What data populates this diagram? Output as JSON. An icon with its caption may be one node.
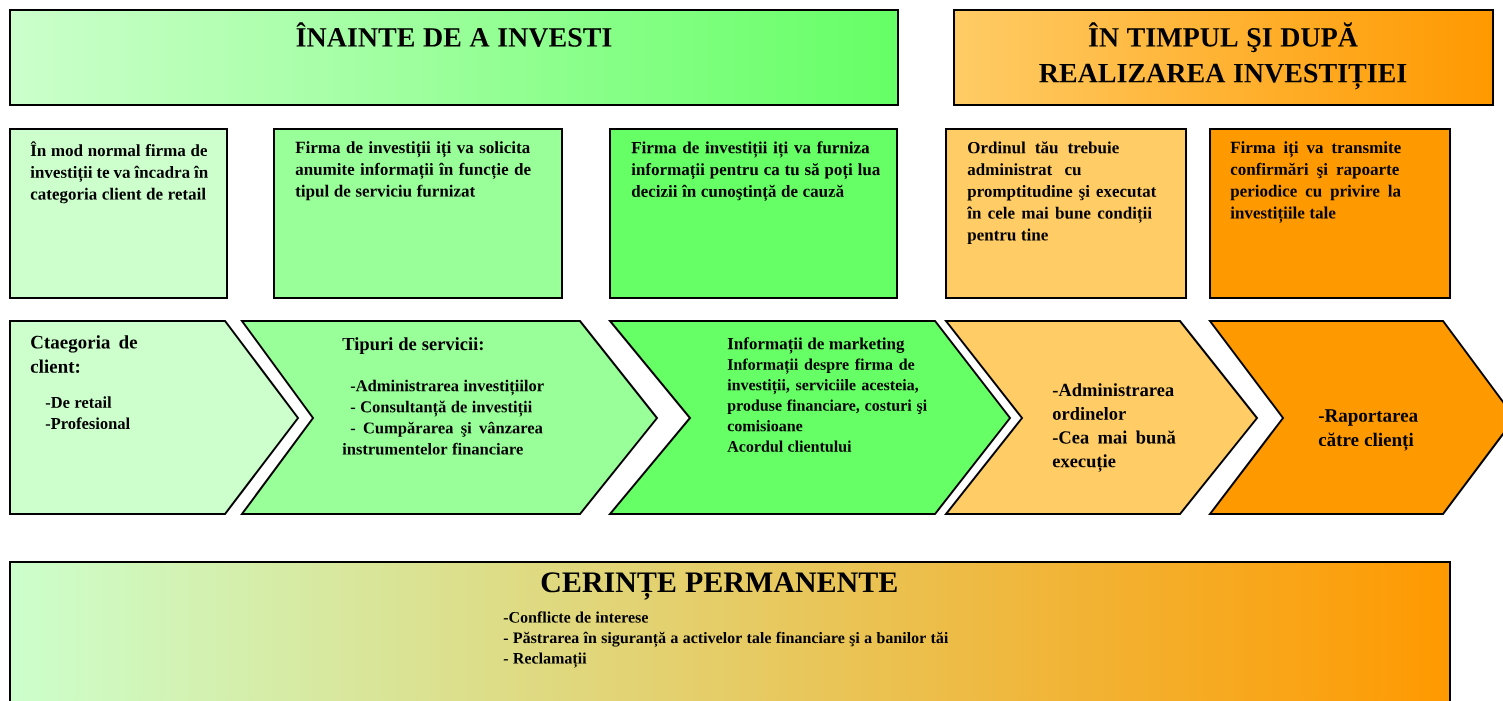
{
  "diagram": {
    "nodes": [
      {
        "text": [
          "ÎNAINTE DE A INVESTI"
        ]
      },
      {
        "text": [
          "ÎN TIMPUL ŞI DUPĂ REALIZAREA INVESTIȚIEI"
        ]
      },
      {
        "text": [
          "În mod normal firma de investiții te va încadra în categoria client de retail"
        ]
      },
      {
        "text": [
          "Firma de investiții iți va solicita anumite informații în funcție de tipul de serviciu furnizat"
        ]
      },
      {
        "text": [
          "Firma de investiții iți va furniza informații pentru ca tu să poți lua decizii în cunoştință de cauză"
        ]
      },
      {
        "text": [
          "Ordinul tău trebuie administrat cu promptitudine şi executat în cele mai bune condiții pentru tine"
        ]
      },
      {
        "text": [
          "Firma iți va transmite confirmări şi rapoarte periodice cu privire la investițiile tale"
        ]
      },
      {
        "text": [
          "Ctaegoria de client:",
          "-De retail",
          "-Profesional"
        ]
      },
      {
        "text": [
          "Tipuri de servicii:",
          "-Administrarea investițiilor",
          "- Consultanță de investiții",
          "- Cumpărarea şi vânzarea instrumentelor financiare"
        ]
      },
      {
        "text": [
          "Informații de marketing",
          "Informații despre firma de investiții, serviciile acesteia, produse financiare, costuri şi comisioane",
          "Acordul clientului"
        ]
      },
      {
        "text": [
          "-Administrarea ordinelor",
          "-Cea mai bună execuție"
        ]
      },
      {
        "text": [
          "-Raportarea către clienți"
        ]
      },
      {
        "text": [
          "CERINȚE PERMANENTE",
          "-Conflicte de interese",
          "- Păstrarea în siguranță a activelor tale financiare şi a banilor tăi",
          "- Reclamații"
        ]
      }
    ],
    "edges": []
  }
}
